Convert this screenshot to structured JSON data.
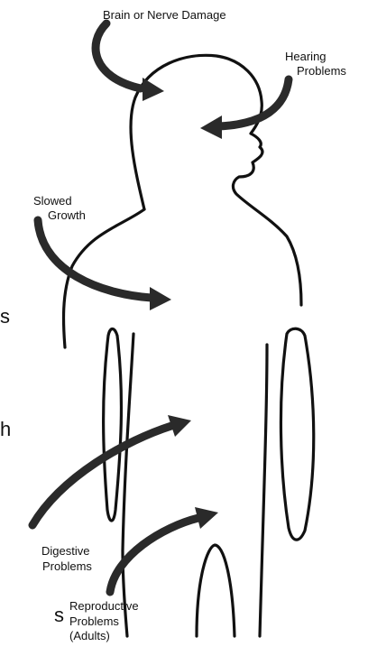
{
  "labels": {
    "brain": "Brain or Nerve Damage",
    "hearing": [
      "Hearing",
      "Problems"
    ],
    "growth": [
      "Slowed",
      "Growth"
    ],
    "digestive": [
      "Digestive",
      "Problems"
    ],
    "reproductive": [
      "Reproductive",
      "Problems",
      "(Adults)"
    ]
  },
  "edge_fragments": [
    "s",
    "h",
    "s"
  ],
  "colors": {
    "outline": "#111111",
    "arrow": "#2a2a2a",
    "background": "#ffffff"
  }
}
